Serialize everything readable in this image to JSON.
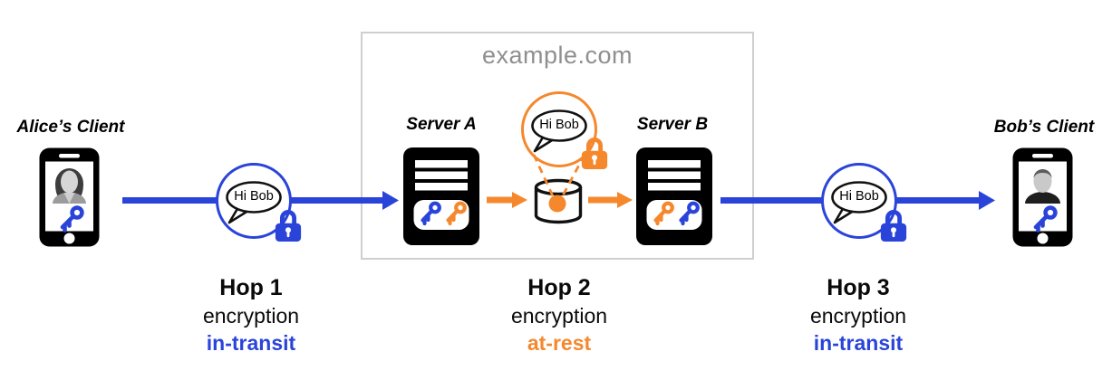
{
  "colors": {
    "blue": "#2a44d9",
    "orange": "#f5882d",
    "gray-text": "#8f8f8f",
    "box-border": "#cfcfcf"
  },
  "diagram": {
    "alice_label": "Alice’s Client",
    "bob_label": "Bob’s Client",
    "domain_title": "example.com",
    "server_a_label": "Server A",
    "server_b_label": "Server B",
    "message": "Hi Bob",
    "hops": [
      {
        "title": "Hop 1",
        "subtitle": "encryption",
        "mode": "in-transit"
      },
      {
        "title": "Hop 2",
        "subtitle": "encryption",
        "mode": "at-rest"
      },
      {
        "title": "Hop 3",
        "subtitle": "encryption",
        "mode": "in-transit"
      }
    ]
  }
}
